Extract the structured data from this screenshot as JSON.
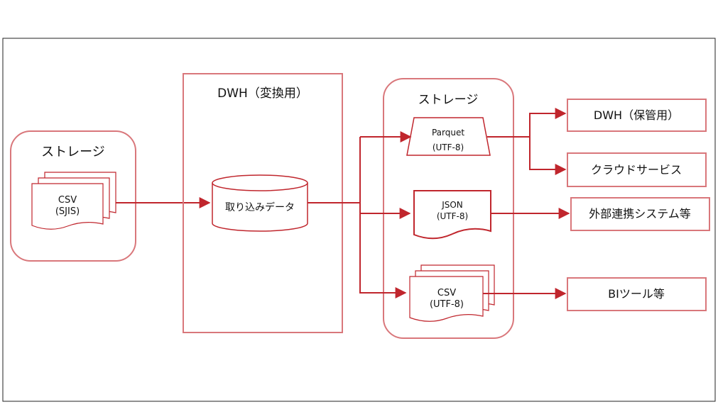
{
  "source_storage": {
    "title": "ストレージ",
    "file_line1": "CSV",
    "file_line2": "(SJIS)"
  },
  "dwh_transform": {
    "title": "DWH（変換用）",
    "db_label": "取り込みデータ"
  },
  "target_storage": {
    "title": "ストレージ",
    "parquet": {
      "line1": "Parquet",
      "line2": "(UTF-8)"
    },
    "json": {
      "line1": "JSON",
      "line2": "(UTF-8)"
    },
    "csv": {
      "line1": "CSV",
      "line2": "(UTF-8)"
    }
  },
  "destinations": {
    "dwh_archive": "DWH（保管用）",
    "cloud_services": "クラウドサービス",
    "external_systems": "外部連携システム等",
    "bi_tools": "BIツール等"
  },
  "colors": {
    "accent": "#c0262d",
    "border_light": "#d9777b",
    "frame": "#222222"
  }
}
